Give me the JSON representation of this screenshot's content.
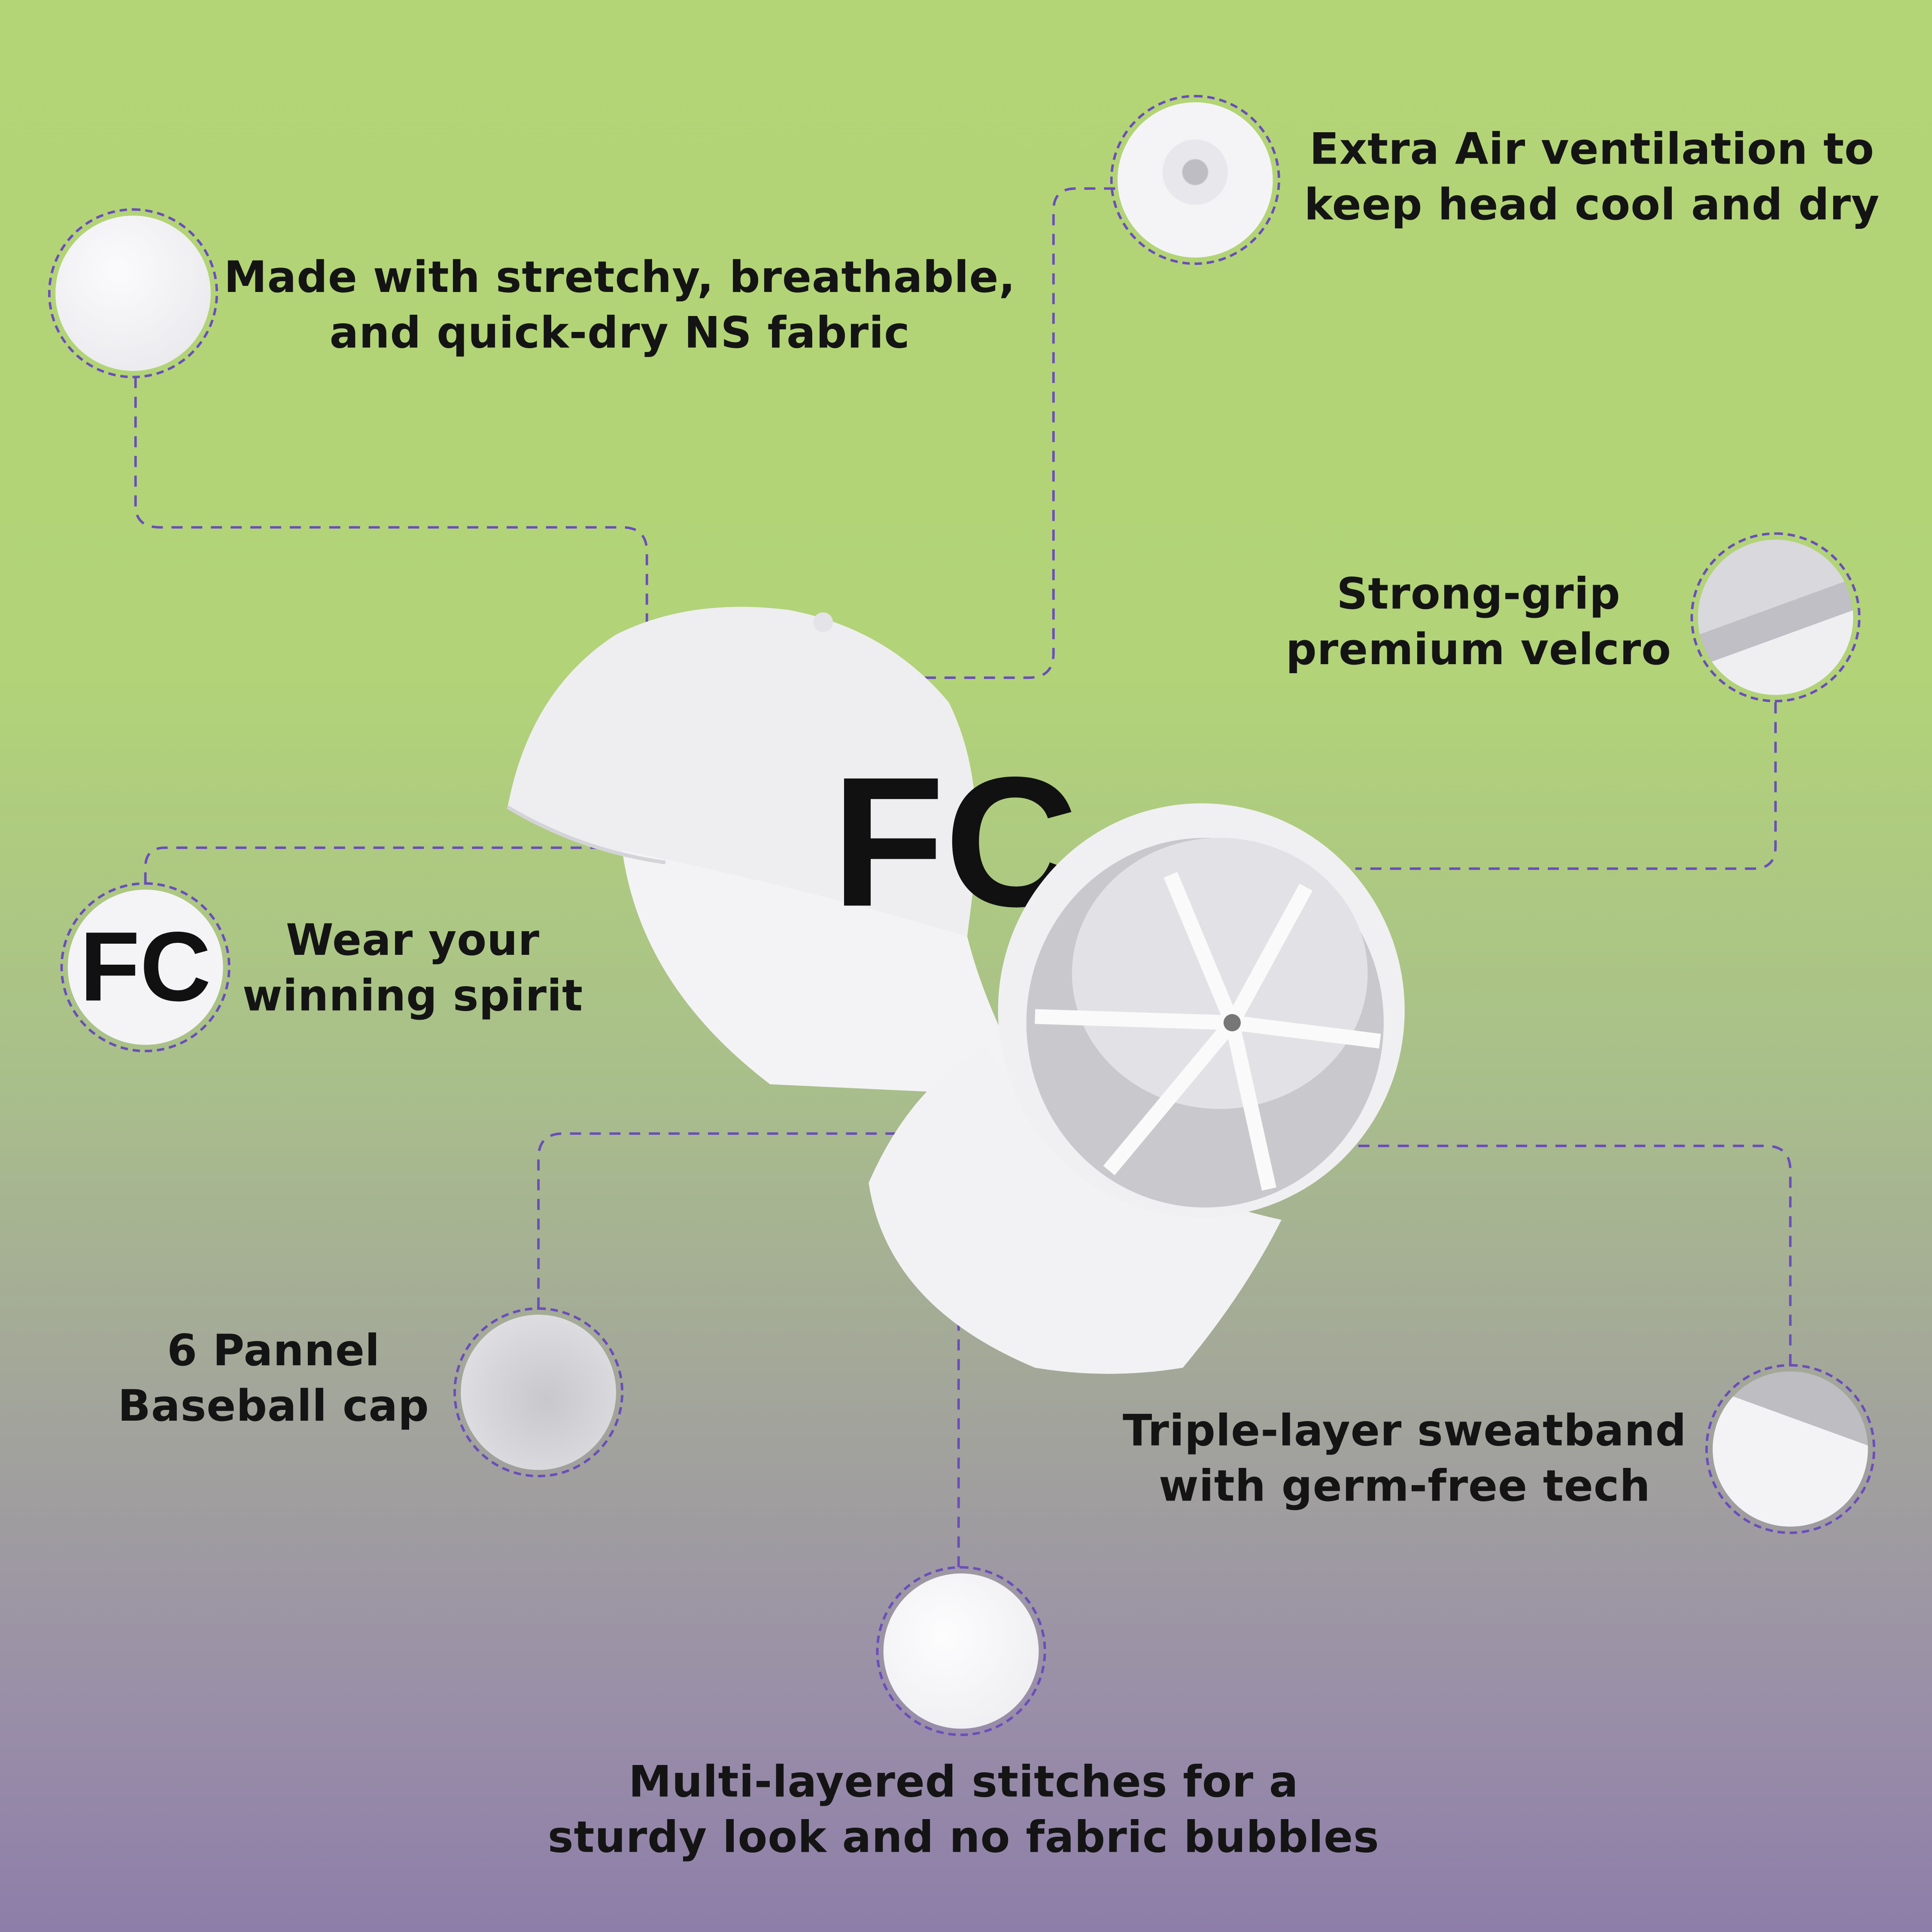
{
  "features": [
    {
      "id": "fabric",
      "lines": [
        "Made with stretchy, breathable,",
        "and quick-dry NS fabric"
      ]
    },
    {
      "id": "ventilation",
      "lines": [
        "Extra Air ventilation to",
        "keep head cool and dry"
      ]
    },
    {
      "id": "velcro",
      "lines": [
        "Strong-grip",
        "premium velcro"
      ]
    },
    {
      "id": "logo",
      "lines": [
        "Wear your",
        "winning spirit"
      ]
    },
    {
      "id": "panel",
      "lines": [
        "6 Pannel",
        "Baseball cap"
      ]
    },
    {
      "id": "sweatband",
      "lines": [
        "Triple-layer sweatband",
        "with germ-free tech"
      ]
    },
    {
      "id": "stitches",
      "lines": [
        "Multi-layered stitches for a",
        "sturdy look and no fabric bubbles"
      ]
    }
  ],
  "logo_text": "FC",
  "colors": {
    "dash": "#6a4dbb",
    "bg_top": "#b3d575",
    "bg_bottom": "#8d7ea9",
    "text": "#141414"
  }
}
